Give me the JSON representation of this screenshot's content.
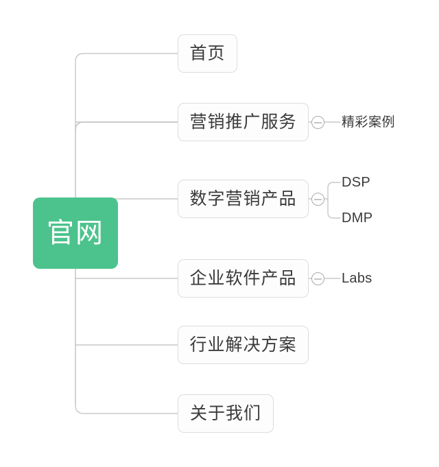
{
  "mindmap": {
    "root": {
      "label": "官网",
      "color": "#4cc38d",
      "text_color": "#ffffff"
    },
    "branches": [
      {
        "label": "首页",
        "toggle_icon": null,
        "children": []
      },
      {
        "label": "营销推广服务",
        "toggle_icon": "minus-circle-icon",
        "children": [
          "精彩案例"
        ]
      },
      {
        "label": "数字营销产品",
        "toggle_icon": "minus-circle-icon",
        "children": [
          "DSP",
          "DMP"
        ]
      },
      {
        "label": "企业软件产品",
        "toggle_icon": "minus-circle-icon",
        "children": [
          "Labs"
        ]
      },
      {
        "label": "行业解决方案",
        "toggle_icon": null,
        "children": []
      },
      {
        "label": "关于我们",
        "toggle_icon": null,
        "children": []
      }
    ],
    "leaves": {
      "cases": "精彩案例",
      "dsp": "DSP",
      "dmp": "DMP",
      "labs": "Labs"
    },
    "style": {
      "node_border": "#dcdcdc",
      "node_fill": "#fdfdfd",
      "node_text": "#3a3a3a",
      "wire": "#c9c9c9",
      "background": "#ffffff"
    }
  }
}
